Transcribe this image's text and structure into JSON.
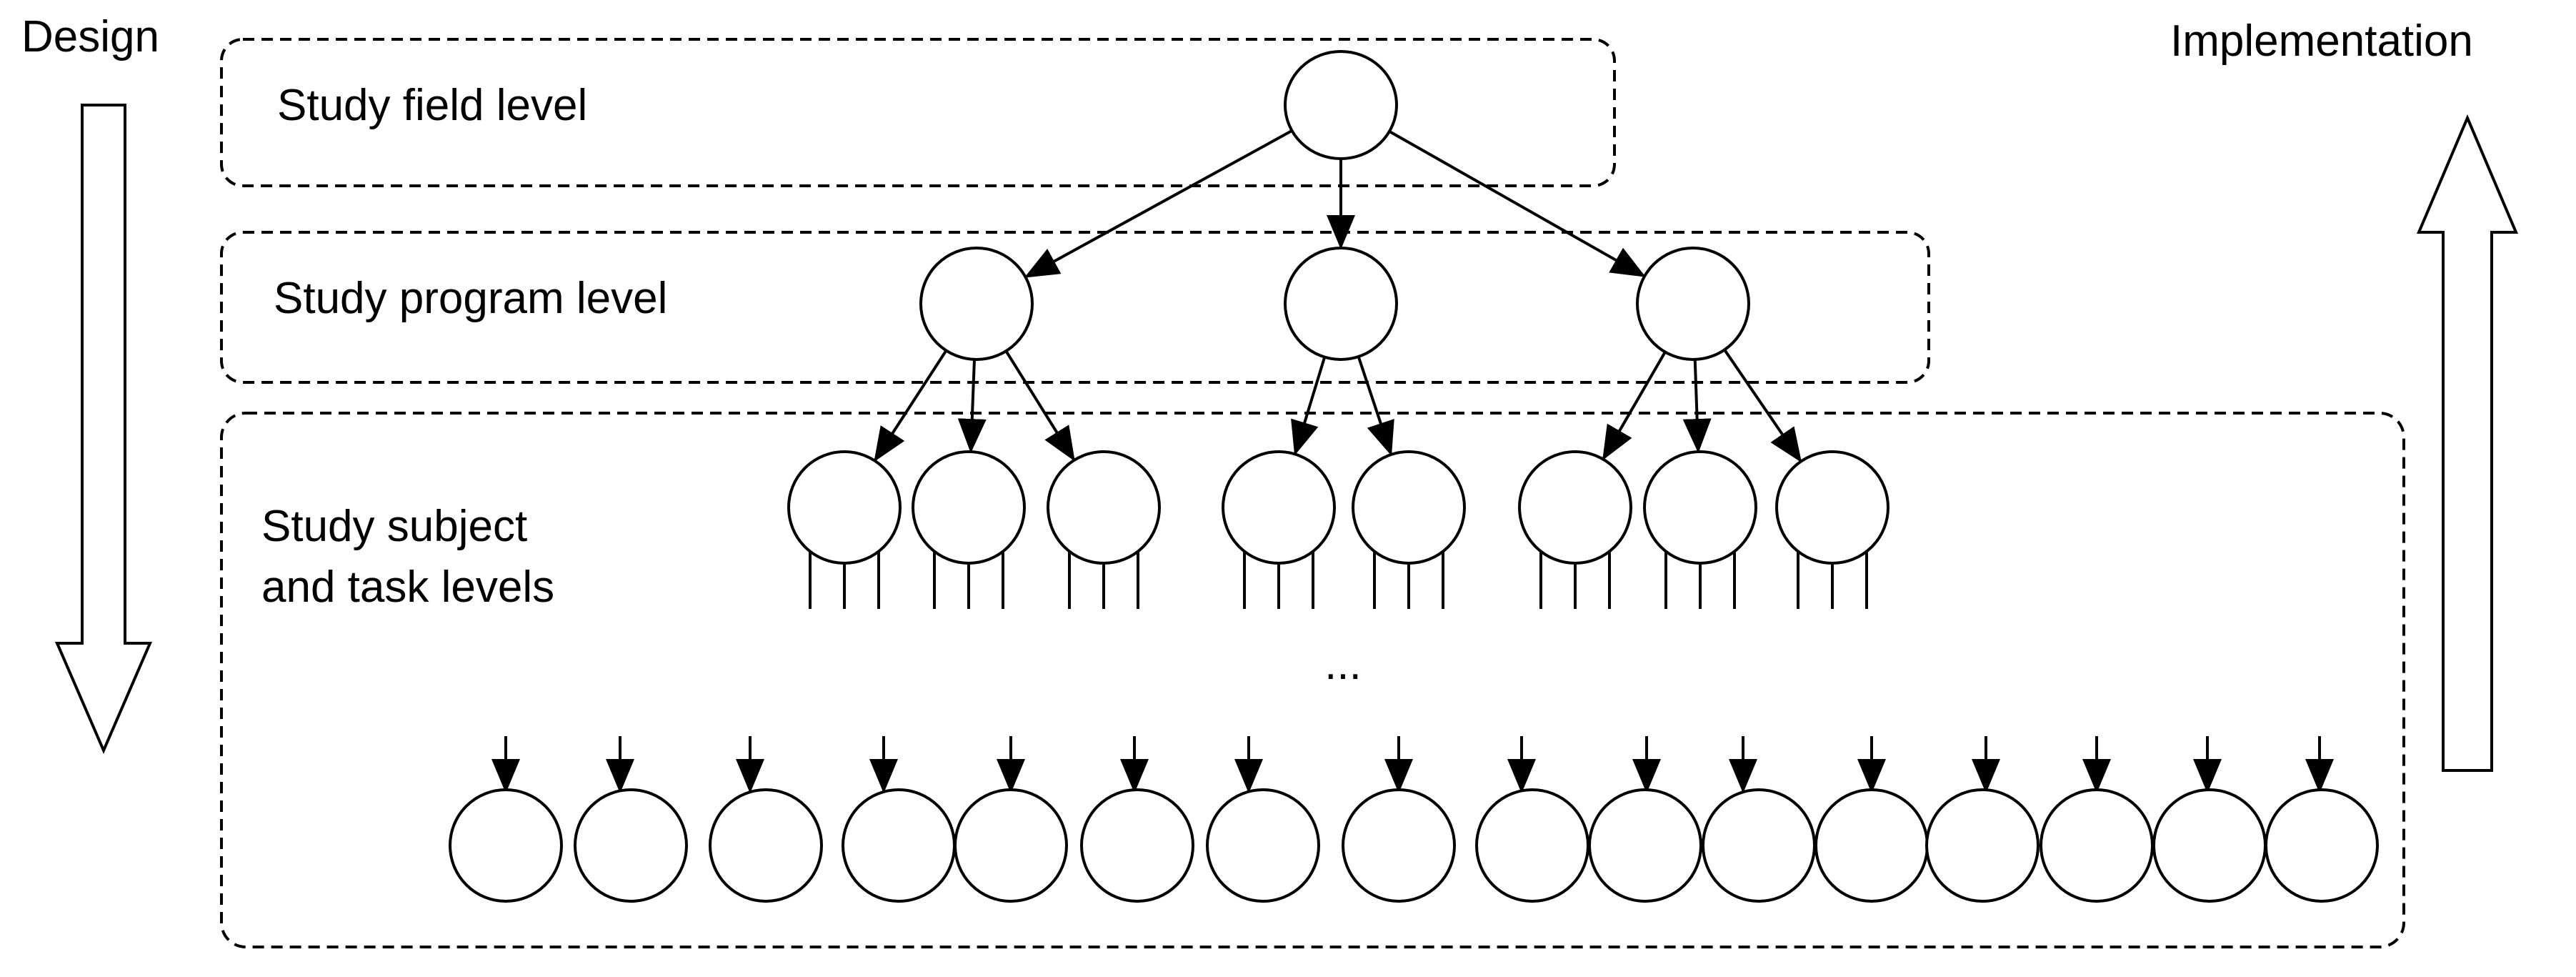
{
  "direction_labels": {
    "design": "Design",
    "implementation": "Implementation"
  },
  "levels": {
    "field": "Study field level",
    "program": "Study program level",
    "subject_line1": "Study subject",
    "subject_line2": "and task levels"
  },
  "ellipsis": "...",
  "colors": {
    "stroke": "#000000",
    "background": "#ffffff"
  },
  "structure": {
    "field_nodes": 1,
    "program_nodes": 3,
    "subject_nodes": 8,
    "task_nodes": 16
  }
}
